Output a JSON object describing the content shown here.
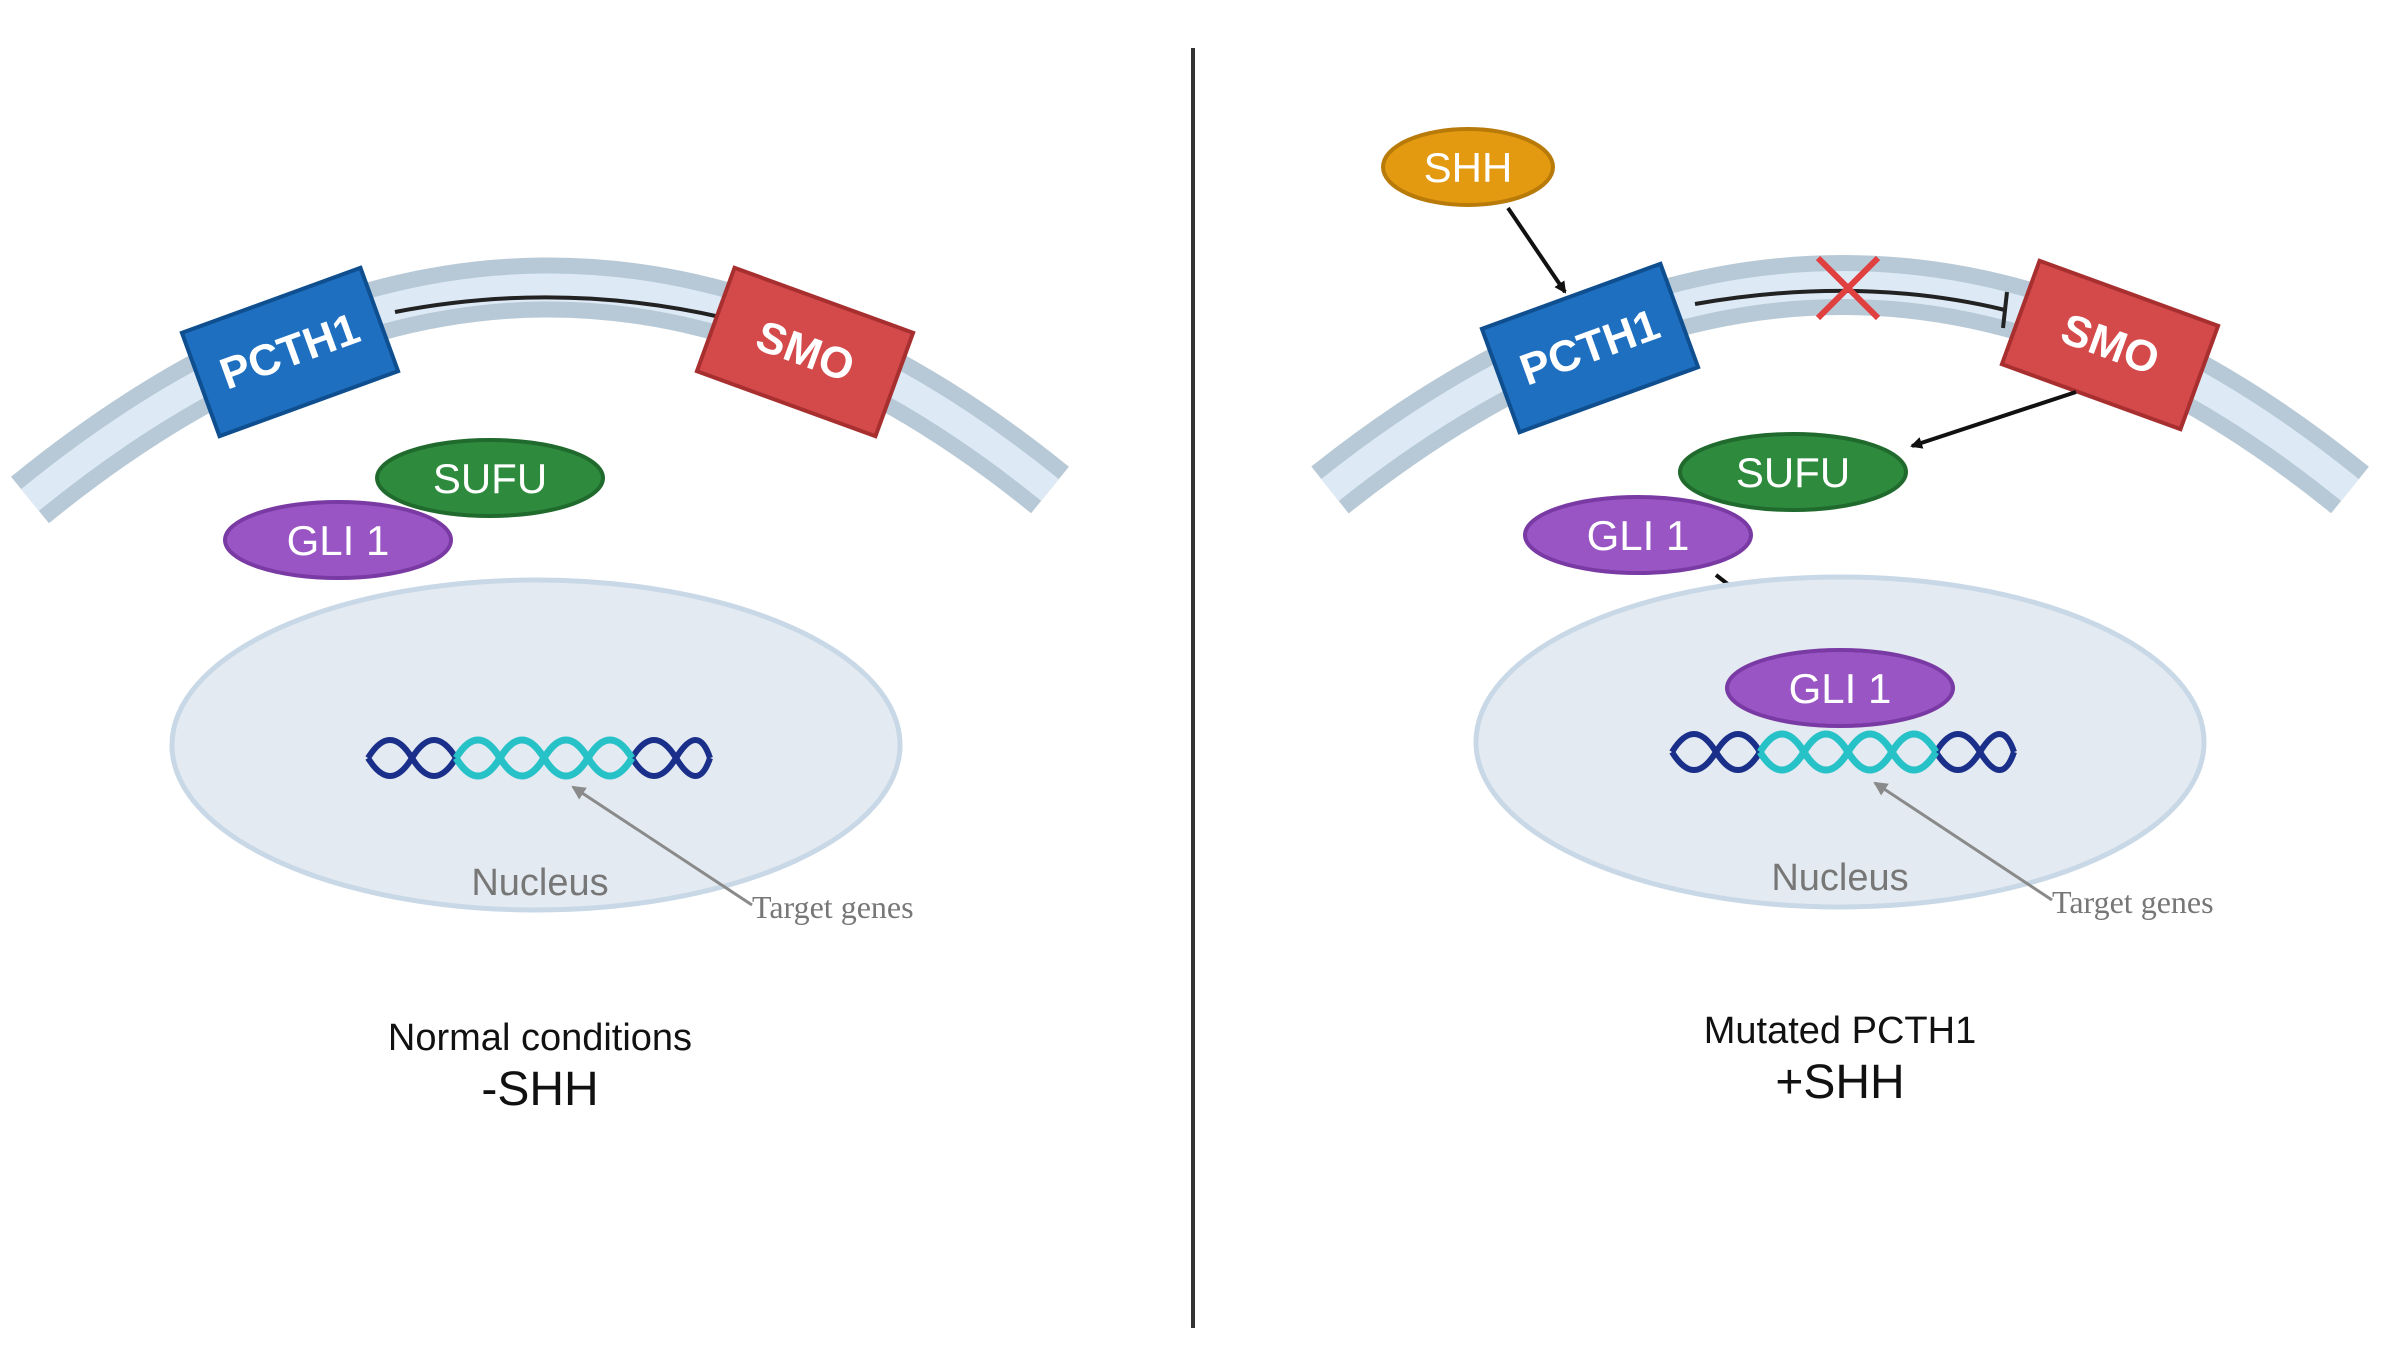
{
  "panels": [
    {
      "id": "normal",
      "pcth1": "PCTH1",
      "smo": "SMO",
      "sufu": "SUFU",
      "gli1": "GLI 1",
      "nucleus": "Nucleus",
      "target_genes": "Target genes",
      "condition": "Normal conditions",
      "shh_state": "-SHH"
    },
    {
      "id": "mutated",
      "shh": "SHH",
      "pcth1": "PCTH1",
      "smo": "SMO",
      "sufu": "SUFU",
      "gli1_cytoplasm": "GLI 1",
      "gli1_nucleus": "GLI 1",
      "nucleus": "Nucleus",
      "target_genes": "Target genes",
      "condition": "Mutated PCTH1",
      "shh_state": "+SHH"
    }
  ],
  "colors": {
    "membrane_outer": "#b7c9d6",
    "membrane_inner": "#ddeaf5",
    "pcth1": "#1e6fc0",
    "smo": "#d44a4a",
    "sufu": "#2e8b3e",
    "gli1": "#9a55c4",
    "shh": "#e39a10",
    "nucleus_fill": "#e3eaf1",
    "nucleus_stroke": "#c9d8e6",
    "dna_dark": "#1a2f8a",
    "dna_light": "#27c2c7",
    "inhibit_x": "#e04040"
  }
}
